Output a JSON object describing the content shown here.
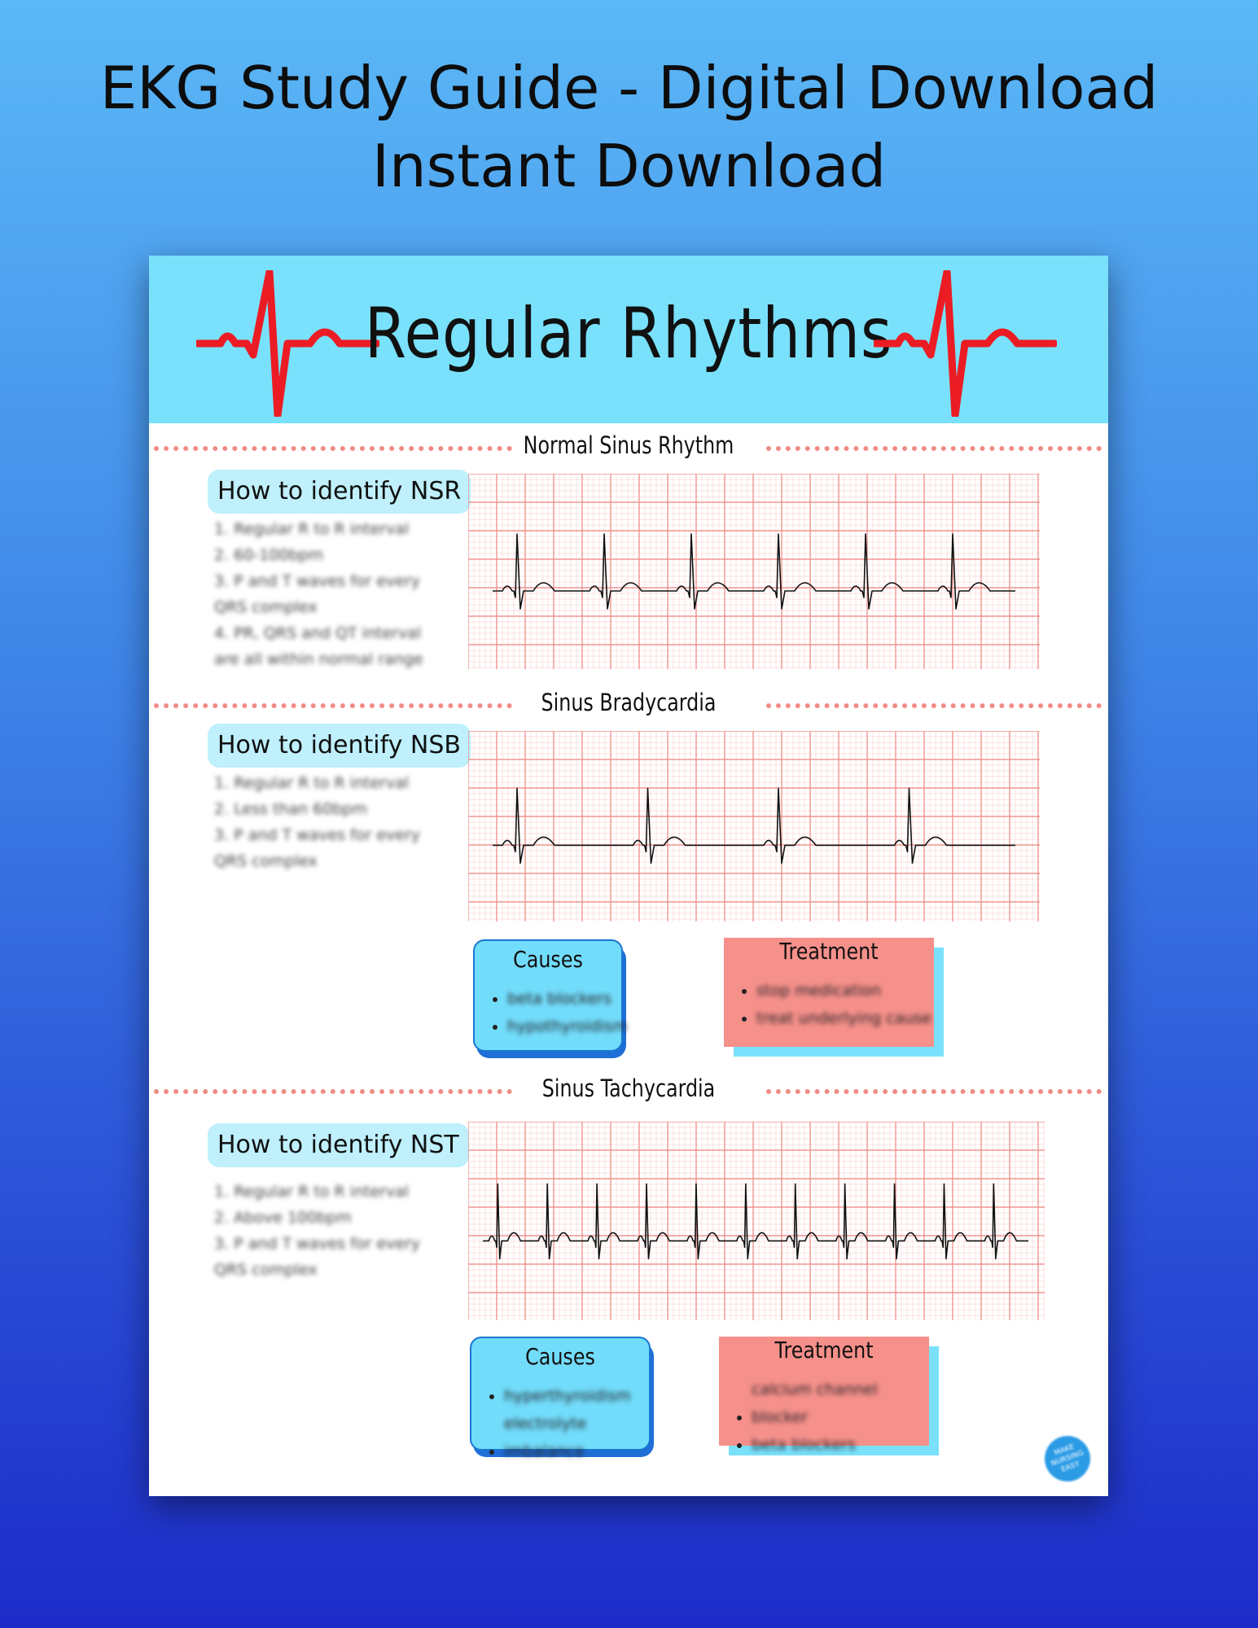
{
  "headline": {
    "line1": "EKG Study Guide - Digital Download",
    "line2": "Instant Download"
  },
  "banner": {
    "title": "Regular Rhythms"
  },
  "sections": [
    {
      "title": "Normal Sinus Rhythm",
      "identify_label": "How to identify NSR",
      "steps": [
        "1. Regular R to R interval",
        "2. 60-100bpm",
        "3. P and T waves for every QRS complex",
        "4. PR, QRS and QT interval are all within normal range"
      ]
    },
    {
      "title": "Sinus Bradycardia",
      "identify_label": "How to identify NSB",
      "steps": [
        "1. Regular R to R interval",
        "2. Less than 60bpm",
        "3. P and T waves for every QRS complex"
      ],
      "causes": {
        "title": "Causes",
        "items": [
          "beta blockers",
          "hypothyroidism"
        ]
      },
      "treatment": {
        "title": "Treatment",
        "items": [
          "stop medication",
          "treat underlying cause"
        ]
      }
    },
    {
      "title": "Sinus Tachycardia",
      "identify_label": "How to identify NST",
      "steps": [
        "1. Regular R to R interval",
        "2. Above 100bpm",
        "3. P and T waves for every QRS complex"
      ],
      "causes": {
        "title": "Causes",
        "items": [
          "hyperthyroidism",
          "electrolyte imbalance"
        ]
      },
      "treatment": {
        "title": "Treatment",
        "items": [
          "calcium channel blocker",
          "beta blockers"
        ]
      }
    }
  ],
  "logo": {
    "text": "MAKE NURSING EASY"
  },
  "colors": {
    "banner": "#79e1fb",
    "heartbeat": "#ec1c24",
    "grid": "#f08b86",
    "causes": "#72dcfb",
    "treatment": "#f6908b"
  },
  "strip_beats": [
    6,
    4,
    11
  ]
}
